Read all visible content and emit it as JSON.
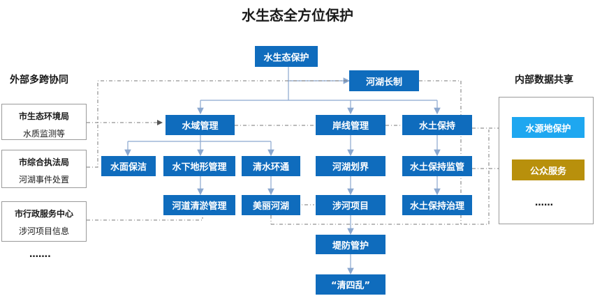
{
  "title": "水生态全方位保护",
  "left_panel": {
    "heading": "外部多跨协同",
    "agencies": [
      {
        "name": "市生态环境局",
        "desc": "水质监测等"
      },
      {
        "name": "市综合执法局",
        "desc": "河湖事件处置"
      },
      {
        "name": "市行政服务中心",
        "desc": "涉河项目信息"
      }
    ],
    "more": "……."
  },
  "right_panel": {
    "heading": "内部数据共享",
    "items": [
      "水源地保护",
      "公众服务"
    ],
    "more": "……",
    "colors": {
      "water_source": "#1ea7f0",
      "public_service": "#b8900c"
    }
  },
  "nodes": {
    "root": "水生态保护",
    "river_chief": "河湖长制",
    "water_area": "水域管理",
    "shoreline": "岸线管理",
    "soil_water": "水土保持",
    "surface_clean": "水面保洁",
    "underwater_terrain": "水下地形管理",
    "clear_water": "清水环通",
    "river_division": "河湖划界",
    "soil_monitor": "水土保持监管",
    "dredging": "河道清淤管理",
    "beautiful_river": "美丽河湖",
    "river_project": "涉河项目",
    "soil_governance": "水土保持治理",
    "embankment": "堤防管护",
    "four_clean": "“清四乱”"
  },
  "colors": {
    "node": "#0f6cbd",
    "arrow": "#8aa7cf",
    "dashed": "#777777"
  }
}
